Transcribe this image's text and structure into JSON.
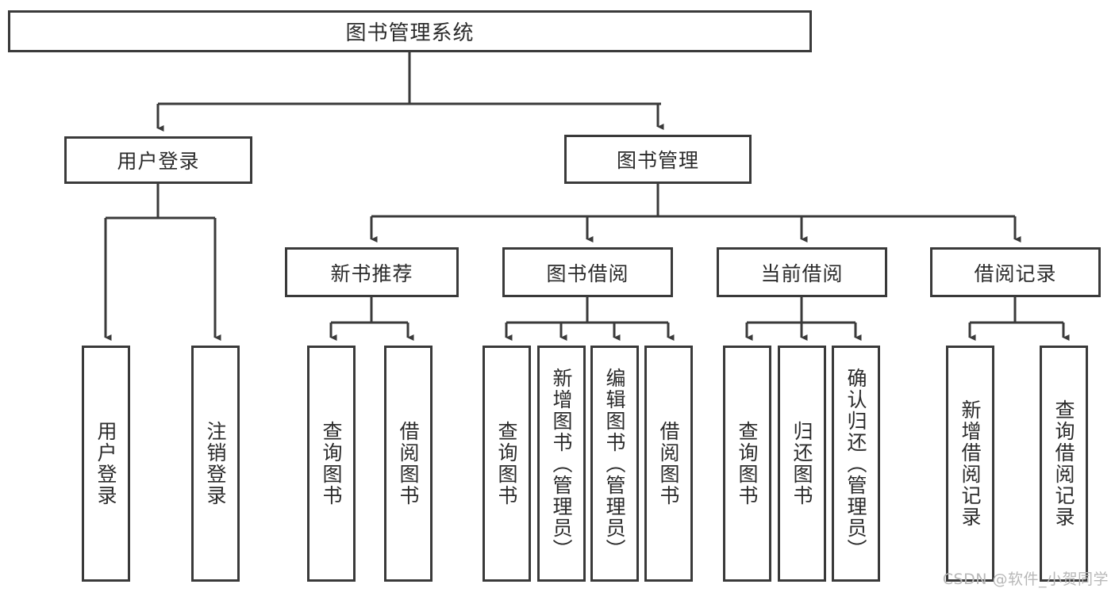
{
  "diagram": {
    "type": "tree-hierarchy",
    "title": "图书管理系统",
    "watermark": "CSDN @软件_小贺同学",
    "colors": {
      "border": "#3a3a3a",
      "background": "#ffffff",
      "text": "#2b2b2b",
      "watermark": "#b8b8b8"
    },
    "levels": {
      "root": {
        "label": "图书管理系统"
      },
      "level1": [
        {
          "label": "用户登录"
        },
        {
          "label": "图书管理"
        }
      ],
      "level2": [
        {
          "label": "新书推荐"
        },
        {
          "label": "图书借阅"
        },
        {
          "label": "当前借阅"
        },
        {
          "label": "借阅记录"
        }
      ],
      "leaves": [
        {
          "label": "用户登录",
          "parent": "用户登录"
        },
        {
          "label": "注销登录",
          "parent": "用户登录"
        },
        {
          "label": "查询图书",
          "parent": "新书推荐"
        },
        {
          "label": "借阅图书",
          "parent": "新书推荐"
        },
        {
          "label": "查询图书",
          "parent": "图书借阅"
        },
        {
          "label": "新增图书（管理员）",
          "parent": "图书借阅"
        },
        {
          "label": "编辑图书（管理员）",
          "parent": "图书借阅"
        },
        {
          "label": "借阅图书",
          "parent": "图书借阅"
        },
        {
          "label": "查询图书",
          "parent": "当前借阅"
        },
        {
          "label": "归还图书",
          "parent": "当前借阅"
        },
        {
          "label": "确认归还（管理员）",
          "parent": "当前借阅"
        },
        {
          "label": "新增借阅记录",
          "parent": "借阅记录"
        },
        {
          "label": "查询借阅记录",
          "parent": "借阅记录"
        }
      ]
    }
  }
}
